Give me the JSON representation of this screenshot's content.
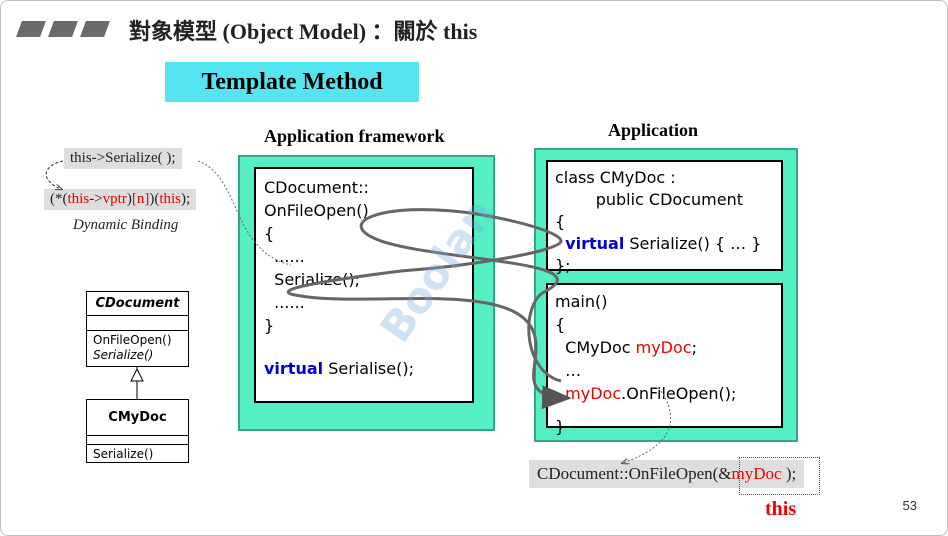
{
  "header": {
    "title": "對象模型 (Object Model) ：關於 this"
  },
  "template_method": {
    "label": "Template Method"
  },
  "dynamic_binding": {
    "call": "this->Serialize( );",
    "vcall_prefix": "(*(",
    "vcall_this": "this",
    "vcall_arrow": "->",
    "vcall_vptr": "vptr",
    "vcall_mid": ")",
    "vcall_n": "[n]",
    "vcall_open": ")(",
    "vcall_this2": "this",
    "vcall_end": ");",
    "caption": "Dynamic Binding"
  },
  "uml": {
    "base": {
      "name": "CDocument",
      "methods": [
        "OnFileOpen()",
        "Serialize()"
      ]
    },
    "derived": {
      "name": "CMyDoc",
      "methods": [
        "Serialize()"
      ]
    }
  },
  "framework": {
    "heading": "Application framework",
    "code": {
      "line1": "CDocument::",
      "line2": "OnFileOpen()",
      "line3": "{",
      "line4": "  ......",
      "line5": "  Serialize();",
      "line6": "  ......",
      "line7": "}",
      "kw": "virtual",
      "line8_rest": " Serialise();"
    }
  },
  "application": {
    "heading": "Application",
    "class_code": {
      "line1": "class CMyDoc :",
      "line2": "        public CDocument",
      "line3": "{",
      "kw": "virtual",
      "line4_rest": " Serialize() { … }",
      "line5": "};"
    },
    "main_code": {
      "line1": "main()",
      "line2": "{",
      "line3_a": "  CMyDoc ",
      "line3_b": "myDoc",
      "line3_c": ";",
      "line4": "  …",
      "line5_a": "  ",
      "line5_b": "myDoc",
      "line5_c": ".OnFileOpen();",
      "line6": "}"
    }
  },
  "bottom_call": {
    "prefix": "CDocument::OnFileOpen(&",
    "arg": "myDoc",
    "suffix": " );",
    "this_label": "this"
  },
  "page_number": "53",
  "colors": {
    "teal": "#55efc4",
    "cyan": "#55e5f1",
    "red": "#e00000",
    "blue_keyword": "#0000cc"
  }
}
